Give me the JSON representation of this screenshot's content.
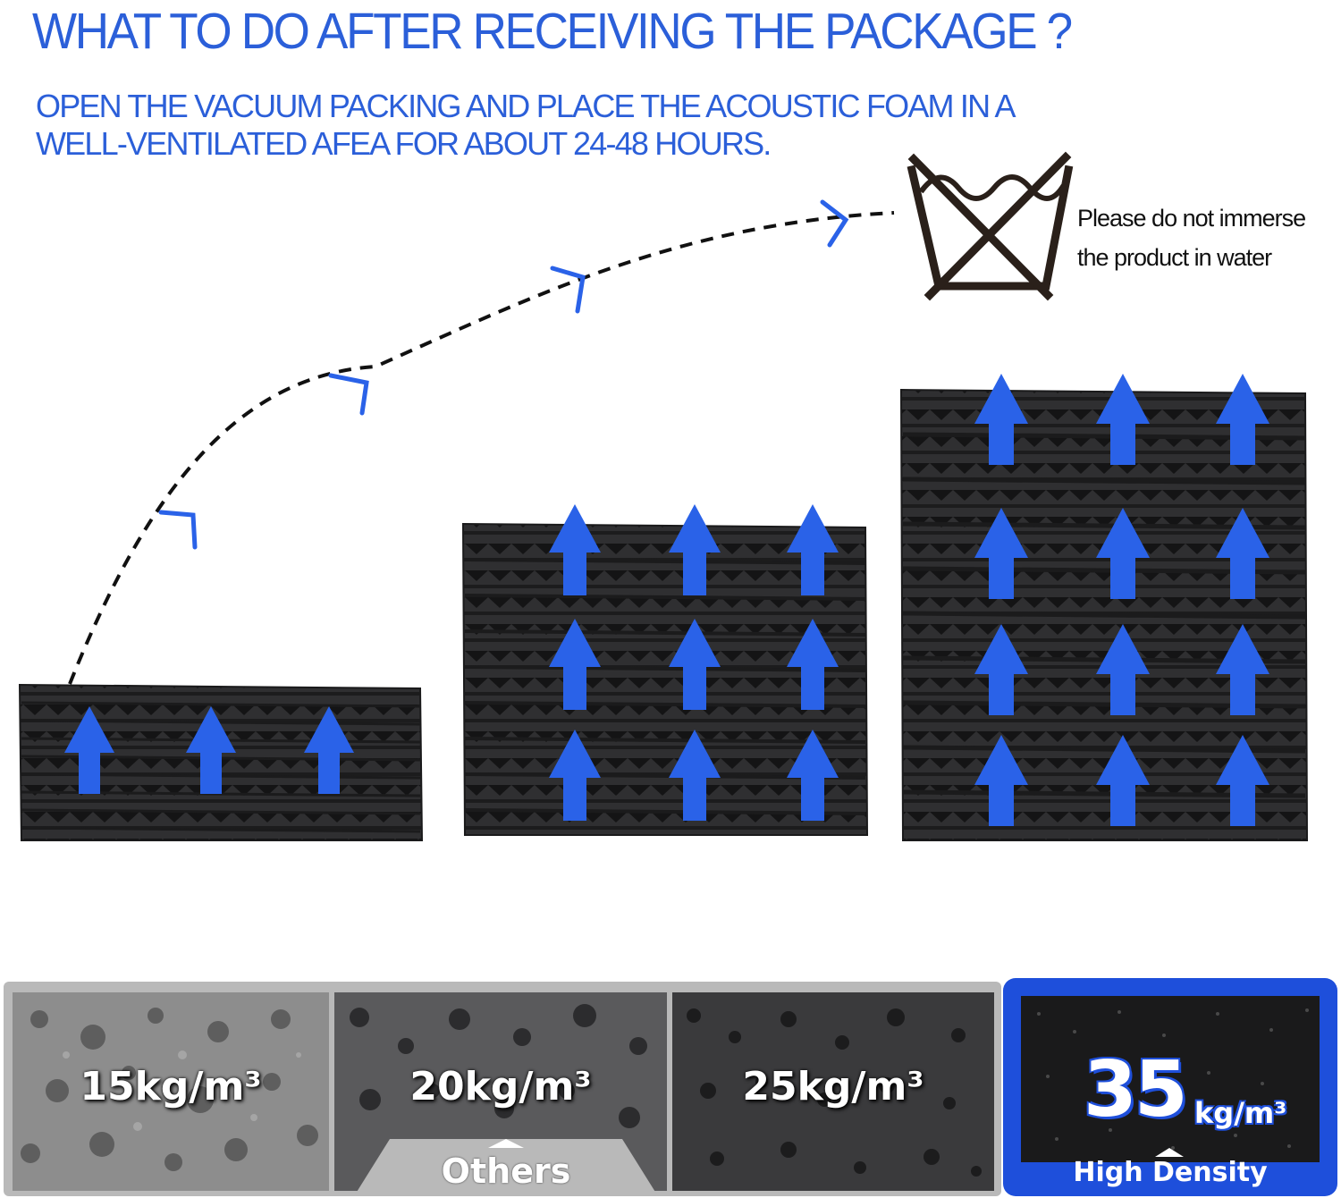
{
  "header": {
    "title": "WHAT TO DO AFTER RECEIVING THE PACKAGE ?",
    "subtitle_line1": "OPEN THE VACUUM PACKING AND PLACE THE ACOUSTIC FOAM IN A",
    "subtitle_line2": "WELL-VENTILATED AFEA FOR ABOUT 24-48 HOURS."
  },
  "care": {
    "icon": "do-not-wash-icon",
    "line1": "Please do not immerse",
    "line2": "the product in water"
  },
  "densities": [
    {
      "label": "15kg/m³"
    },
    {
      "label": "20kg/m³"
    },
    {
      "label": "25kg/m³"
    }
  ],
  "others_label": "Others",
  "high_density": {
    "value": "35",
    "unit": "kg/m³",
    "label": "High Density"
  },
  "colors": {
    "accent_blue": "#2b5fd9",
    "arrow_blue": "#2a62e8",
    "foam": "#2e2e30",
    "badge_blue": "#1e4fdb"
  }
}
